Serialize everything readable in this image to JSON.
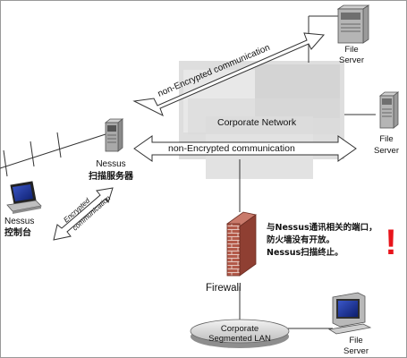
{
  "nodes": {
    "corporate_network": "Corporate Network",
    "file_server_top": [
      "File",
      "Server"
    ],
    "file_server_right": [
      "File",
      "Server"
    ],
    "file_server_bottom": [
      "File",
      "Server"
    ],
    "scanner": [
      "Nessus",
      "扫描服务器"
    ],
    "console": [
      "Nessus",
      "控制台"
    ],
    "firewall": "Firewall",
    "segmented_lan": [
      "Corporate",
      "Segmented LAN"
    ]
  },
  "links": {
    "top_arrow": "non-Encrypted communication",
    "middle_arrow": "non-Encrypted communication",
    "encrypted_arrow": [
      "Encrypted",
      "communication"
    ]
  },
  "notes": {
    "firewall_warning": [
      "与Nessus通讯相关的端口，",
      "防火墙没有开放。",
      "Nessus扫描终止。"
    ],
    "warning_mark": "!"
  },
  "colors": {
    "warning": "#e8141b",
    "brick": "#b35a4a",
    "cloud": "#dcdcdc"
  }
}
